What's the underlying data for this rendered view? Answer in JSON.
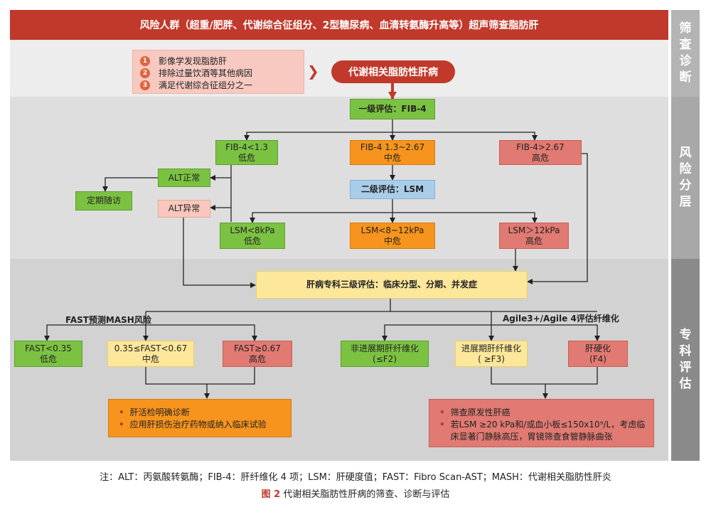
{
  "header": {
    "title": "风险人群（超重/肥胖、代谢综合征组分、2型糖尿病、血清转氨酶升高等）超声筛查脂肪肝"
  },
  "sidebar": {
    "screening": "筛查诊断",
    "stratification": "风险分层",
    "specialist": "专科评估"
  },
  "criteria": {
    "items": [
      {
        "num": "1",
        "text": "影像学发现脂肪肝"
      },
      {
        "num": "2",
        "text": "排除过量饮酒等其他病因"
      },
      {
        "num": "3",
        "text": "满足代谢综合征组分之一"
      }
    ]
  },
  "diagnosis": {
    "label": "代谢相关脂肪性肝病"
  },
  "level1": {
    "title": "一级评估：FIB-4",
    "low": {
      "line1": "FIB-4<1.3",
      "line2": "低危"
    },
    "mid": {
      "line1": "FIB-4 1.3~2.67",
      "line2": "中危"
    },
    "high": {
      "line1": "FIB-4>2.67",
      "line2": "高危"
    },
    "alt_normal": "ALT正常",
    "alt_abnormal": "ALT异常",
    "followup": "定期随访"
  },
  "level2": {
    "title": "二级评估：LSM",
    "low": {
      "line1": "LSM<8kPa",
      "line2": "低危"
    },
    "mid": {
      "line1": "LSM<8~12kPa",
      "line2": "中危"
    },
    "high": {
      "line1": "LSM＞12kPa",
      "line2": "高危"
    }
  },
  "level3": {
    "title": "肝病专科三级评估：临床分型、分期、并发症",
    "fast_label": "FAST预测MASH风险",
    "agile_label": "Agile3+/Agile 4评估纤维化",
    "fast_low": {
      "line1": "FAST<0.35",
      "line2": "低危"
    },
    "fast_mid": {
      "line1": "0.35≤FAST<0.67",
      "line2": "中危"
    },
    "fast_high": {
      "line1": "FAST≥0.67",
      "line2": "高危"
    },
    "fib_nonadv": {
      "line1": "非进展期肝纤维化",
      "line2": "(≤F2)"
    },
    "fib_adv": {
      "line1": "进展期肝纤维化",
      "line2": "( ≥F3)"
    },
    "cirrhosis": {
      "line1": "肝硬化",
      "line2": "(F4)"
    },
    "left_actions": [
      "肝活检明确诊断",
      "应用肝损伤治疗药物或纳入临床试验"
    ],
    "right_actions": [
      "筛查原发性肝癌",
      "若LSM ≥20 kPa和/或血小板≤150x10⁹/L，考虑临床显著门静脉高压，胃镜筛查食管静脉曲张"
    ]
  },
  "footer": {
    "note": "注：ALT：丙氨酸转氨酶；FIB-4：肝纤维化 4 项；LSM：肝硬度值；FAST：Fibro Scan-AST；MASH：代谢相关脂肪性肝炎",
    "caption_num": "图 2",
    "caption_text": "代谢相关脂肪性肝病的筛查、诊断与评估"
  }
}
